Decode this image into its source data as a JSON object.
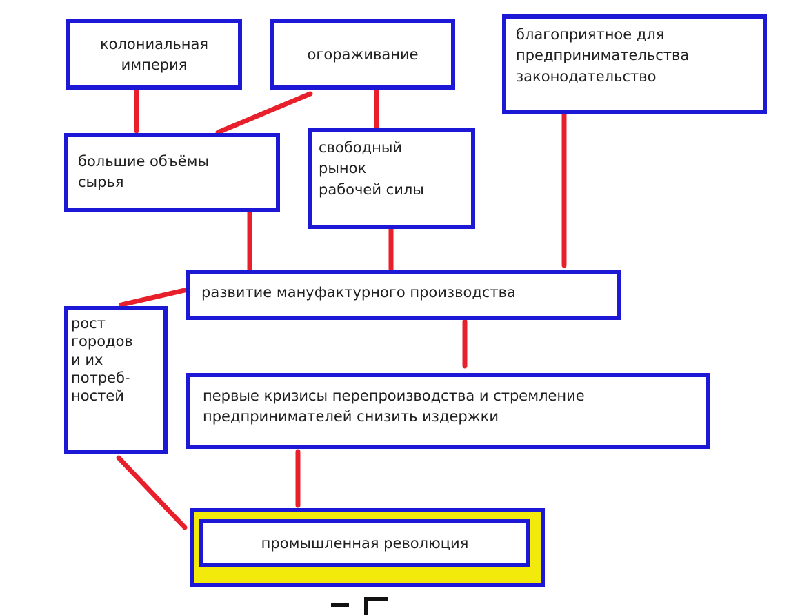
{
  "colors": {
    "box_border": "#1c18d6",
    "connector": "#e8202c",
    "highlight_fill": "#f2ea0b",
    "text": "#202020"
  },
  "boxes": {
    "colonial_empire": "колониальная\nимперия",
    "enclosure": "огораживание",
    "legislation": "благоприятное для\nпредпринимательства\nзаконодательство",
    "raw_materials": "большие объёмы\nсырья",
    "labor_market": "свободный\nрынок\nрабочей силы",
    "manufacturing": "развитие мануфактурного производства",
    "city_growth": "рост\nгородов\nи их\nпотреб-\nностей",
    "crises": "первые кризисы перепроизводства и стремление\nпредпринимателей снизить издержки",
    "industrial_revolution": "промышленная революция"
  }
}
